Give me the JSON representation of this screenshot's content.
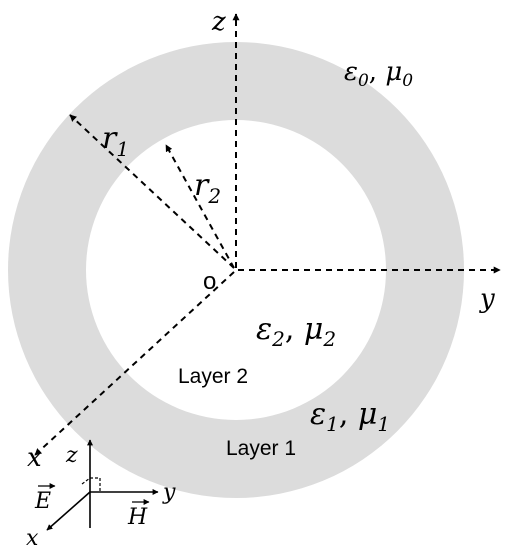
{
  "diagram": {
    "axis_labels": {
      "z": "z",
      "y": "y",
      "x": "x"
    },
    "origin_label": "o",
    "radii": {
      "outer": "r",
      "outer_sub": "1",
      "inner": "r",
      "inner_sub": "2"
    },
    "regions": {
      "outside": {
        "eps": "ε",
        "eps_sub": "0",
        "sep": ", ",
        "mu": "μ",
        "mu_sub": "0"
      },
      "core": {
        "eps": "ε",
        "eps_sub": "2",
        "sep": ", ",
        "mu": "μ",
        "mu_sub": "2"
      },
      "shell": {
        "eps": "ε",
        "eps_sub": "1",
        "sep": ", ",
        "mu": "μ",
        "mu_sub": "1"
      }
    },
    "layer_labels": {
      "layer2": "Layer 2",
      "layer1": "Layer 1"
    },
    "inset": {
      "z": "z",
      "y": "y",
      "x": "x",
      "E": "E",
      "H": "H"
    },
    "colors": {
      "shell_fill": "#dcdcdc",
      "ink": "#000000",
      "background": "#ffffff"
    }
  }
}
